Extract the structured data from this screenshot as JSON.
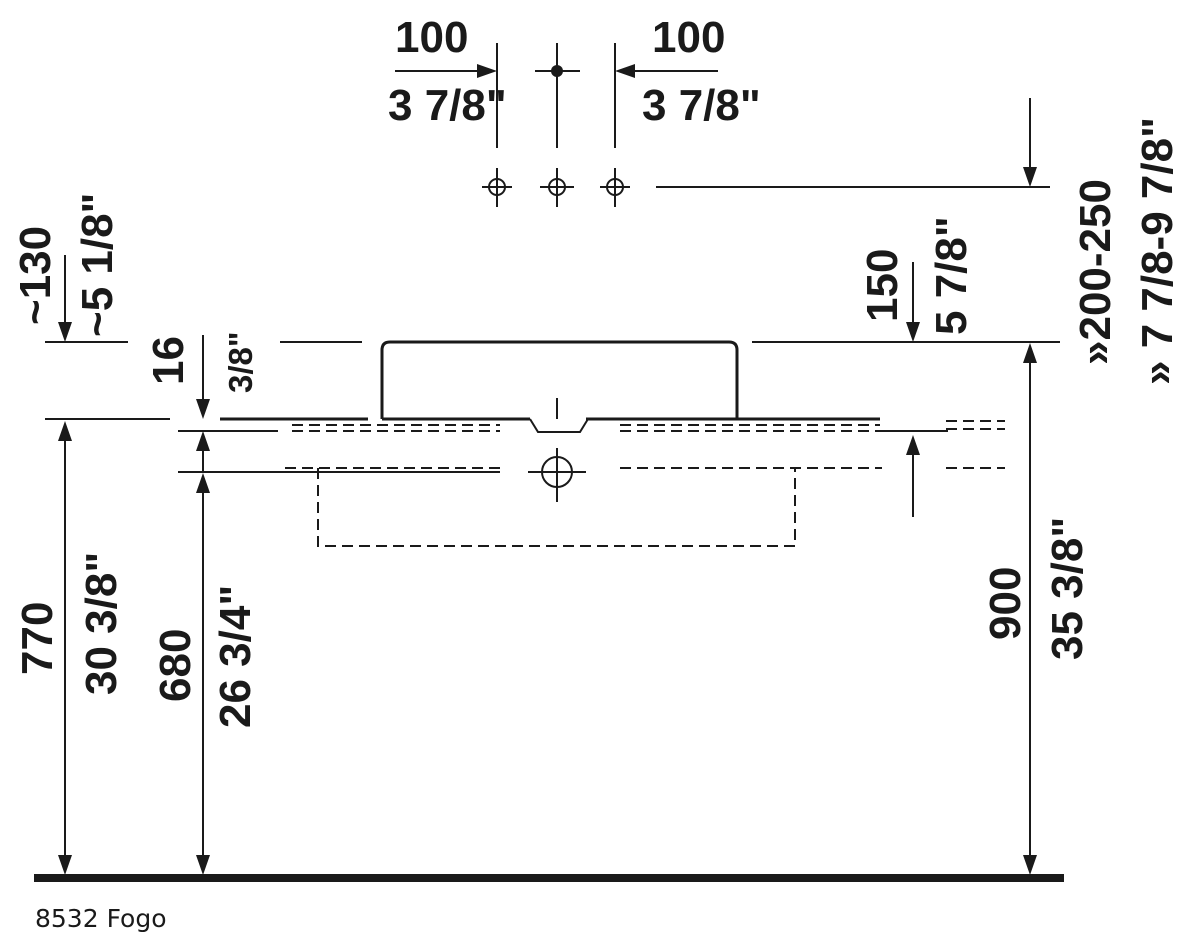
{
  "product_caption": "8532 Fogo",
  "dimensions": {
    "spacing_left_mm": "100",
    "spacing_left_in": "3 7/8\"",
    "spacing_right_mm": "100",
    "spacing_right_in": "3 7/8\"",
    "height_range_mm": "»200-250",
    "height_range_in": "» 7 7/8-9 7/8\"",
    "approx_left_mm": "~130",
    "approx_left_in": "~5 1/8\"",
    "rim_mm": "16",
    "rim_in": "3/8\"",
    "basin_height_mm": "150",
    "basin_height_in": "5 7/8\"",
    "counter_height_mm": "770",
    "counter_height_in": "30 3/8\"",
    "cabinet_height_mm": "680",
    "cabinet_height_in": "26 3/4\"",
    "total_height_mm": "900",
    "total_height_in": "35 3/8\""
  }
}
